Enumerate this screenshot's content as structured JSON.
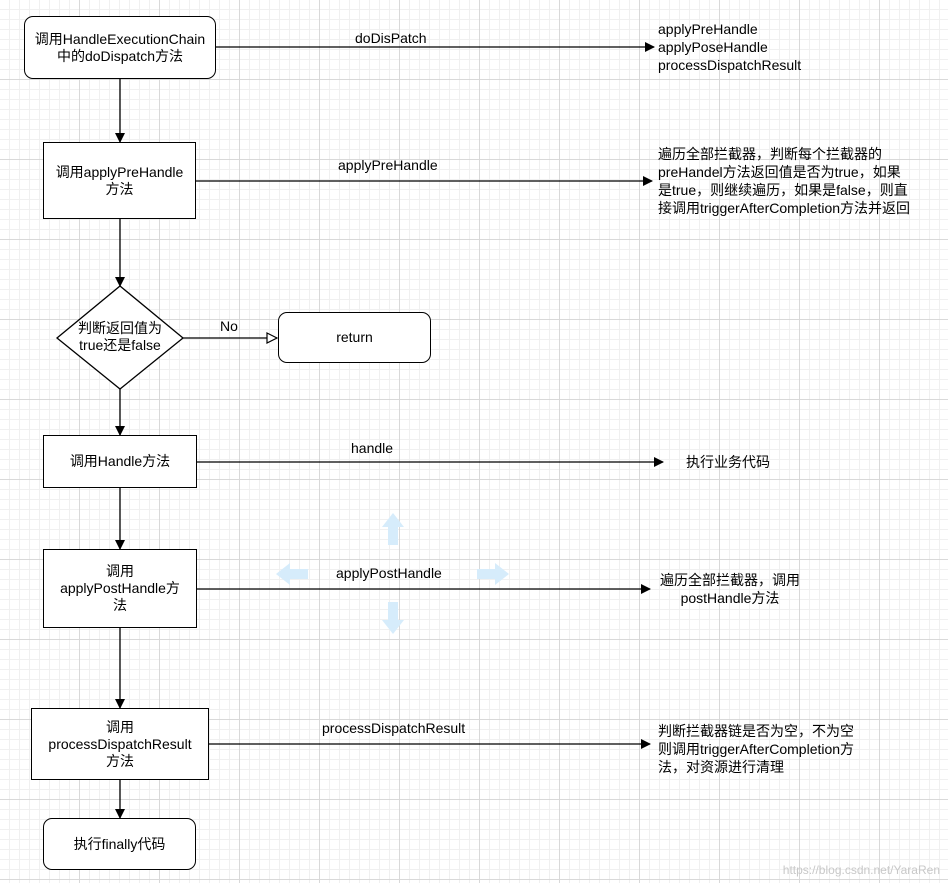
{
  "nodes": {
    "start": "调用HandleExecutionChain\n中的doDispatch方法",
    "pre_handle": "调用applyPreHandle\n方法",
    "decision": "判断返回值为\ntrue还是false",
    "return_node": "return",
    "handle": "调用Handle方法",
    "post_handle": "调用\napplyPostHandle方\n法",
    "process_result": "调用\nprocessDispatchResult\n方法",
    "finally_node": "执行finally代码"
  },
  "edge_labels": {
    "dispatch": "doDisPatch",
    "pre_handle": "applyPreHandle",
    "no": "No",
    "handle": "handle",
    "post_handle": "applyPostHandle",
    "process_result": "processDispatchResult"
  },
  "notes": {
    "dispatch": "applyPreHandle\napplyPoseHandle\nprocessDispatchResult",
    "pre_handle": "遍历全部拦截器，判断每个拦截器的\npreHandel方法返回值是否为true，如果\n是true，则继续遍历，如果是false，则直\n接调用triggerAfterCompletion方法并返回",
    "handle": "执行业务代码",
    "post_handle": "遍历全部拦截器，调用\npostHandle方法",
    "process_result": "判断拦截器链是否为空，不为空\n则调用triggerAfterCompletion方\n法，对资源进行清理"
  },
  "watermark": "https://blog.csdn.net/YaraRen",
  "colors": {
    "line": "#000000",
    "hint_arrows": "#d6ecfb",
    "grid_major": "#d9d9d9",
    "grid_minor": "#f0f0f0"
  }
}
